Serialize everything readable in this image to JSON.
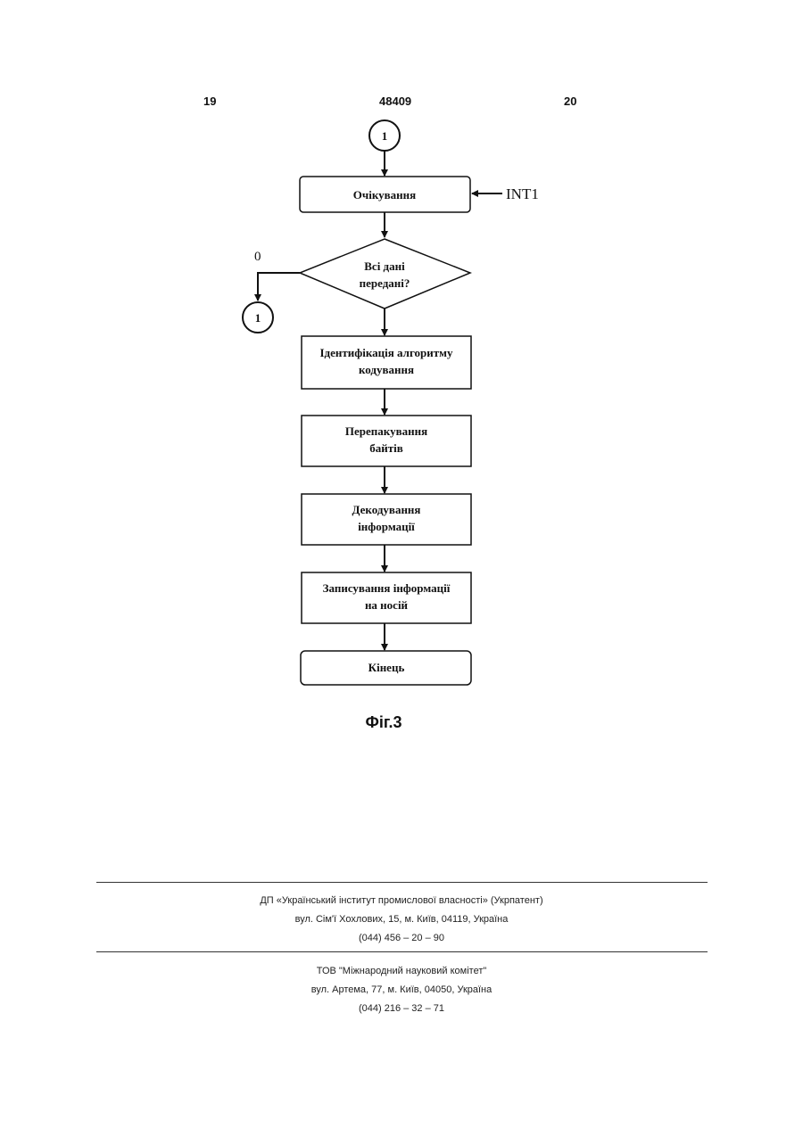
{
  "header": {
    "left_page": "19",
    "doc_number": "48409",
    "right_page": "20"
  },
  "diagram": {
    "connector_top": "1",
    "interrupt_label": "INT1",
    "wait": "Очікування",
    "decision_line1": "Всі дані",
    "decision_line2": "передані?",
    "branch_label": "0",
    "connector_branch": "1",
    "step1_line1": "Ідентифікація алгоритму",
    "step1_line2": "кодування",
    "step2_line1": "Перепакування",
    "step2_line2": "байтів",
    "step3_line1": "Декодування",
    "step3_line2": "інформації",
    "step4_line1": "Записування інформації",
    "step4_line2": "на носій",
    "end": "Кінець"
  },
  "figure_caption": "Фіг.3",
  "footer": {
    "org1_line1": "ДП «Український інститут промислової власності» (Укрпатент)",
    "org1_line2": "вул. Сім'ї Хохлових, 15, м. Київ, 04119, Україна",
    "org1_line3": "(044) 456 – 20 – 90",
    "org2_line1": "ТОВ \"Міжнародний науковий комітет\"",
    "org2_line2": "вул. Артема, 77, м. Київ, 04050, Україна",
    "org2_line3": "(044) 216 – 32 – 71"
  }
}
